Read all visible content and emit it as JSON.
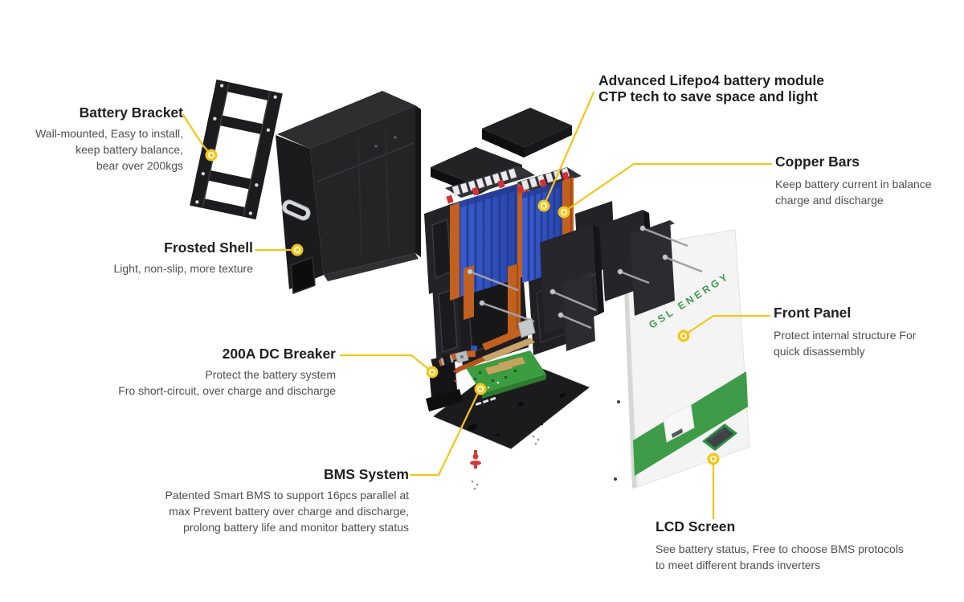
{
  "page": {
    "background": "#ffffff"
  },
  "brand": {
    "panel_text": "GSL ENERGY"
  },
  "colors": {
    "accent_yellow": "#F3C51A",
    "brand_green": "#3E9B47",
    "cell_blue": "#2E4FB8",
    "copper_orange": "#C2601F",
    "title_text": "#1F1F1F",
    "body_text": "#4E4E4E"
  },
  "callouts": {
    "battery_bracket": {
      "title": "Battery Bracket",
      "lines": [
        "Wall-mounted, Easy to install,",
        "keep battery balance,",
        "bear over 200kgs"
      ]
    },
    "frosted_shell": {
      "title": "Frosted Shell",
      "lines": [
        "Light, non-slip, more texture"
      ]
    },
    "dc_breaker": {
      "title": "200A DC Breaker",
      "lines": [
        "Protect the battery system",
        "Fro short-circuit, over charge and discharge"
      ]
    },
    "bms_system": {
      "title": "BMS System",
      "lines": [
        "Patented Smart BMS to support 16pcs parallel at",
        "max Prevent battery over charge and discharge,",
        "prolong battery life and monitor battery status"
      ]
    },
    "lifepo4_module": {
      "title_line1": "Advanced Lifepo4 battery module",
      "title_line2": "CTP tech to save space and light"
    },
    "copper_bars": {
      "title": "Copper Bars",
      "lines": [
        "Keep battery current in balance",
        "charge and discharge"
      ]
    },
    "front_panel": {
      "title": "Front Panel",
      "lines": [
        "Protect internal structure For",
        "quick disassembly"
      ]
    },
    "lcd_screen": {
      "title": "LCD Screen",
      "lines": [
        "See battery status, Free to choose BMS protocols",
        "to meet different brands inverters"
      ]
    }
  }
}
